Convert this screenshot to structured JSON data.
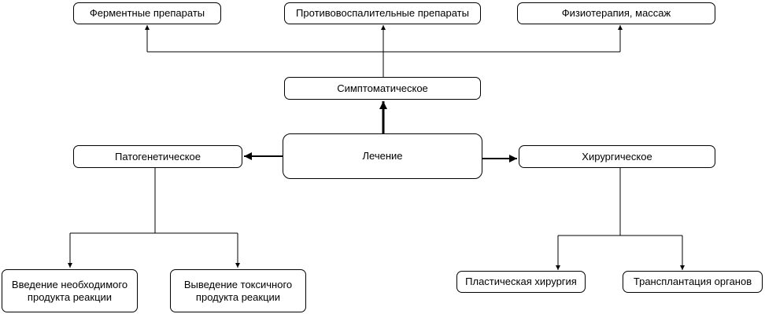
{
  "nodes": {
    "center": "Лечение",
    "symptomatic": "Симптоматическое",
    "pathogenetic": "Патогенетическое",
    "surgical": "Хирургическое",
    "enzyme": "Ферментные препараты",
    "antiinflammatory": "Противовоспалительные препараты",
    "physio": "Физиотерапия, массаж",
    "introduction": "Введение необходимого\nпродукта реакции",
    "excretion": "Выведение токсичного\nпродукта реакции",
    "plastic": "Пластическая хирургия",
    "transplant": "Трансплантация органов"
  },
  "colors": {
    "line": "#000000",
    "box_border": "#000000",
    "background": "#ffffff"
  }
}
